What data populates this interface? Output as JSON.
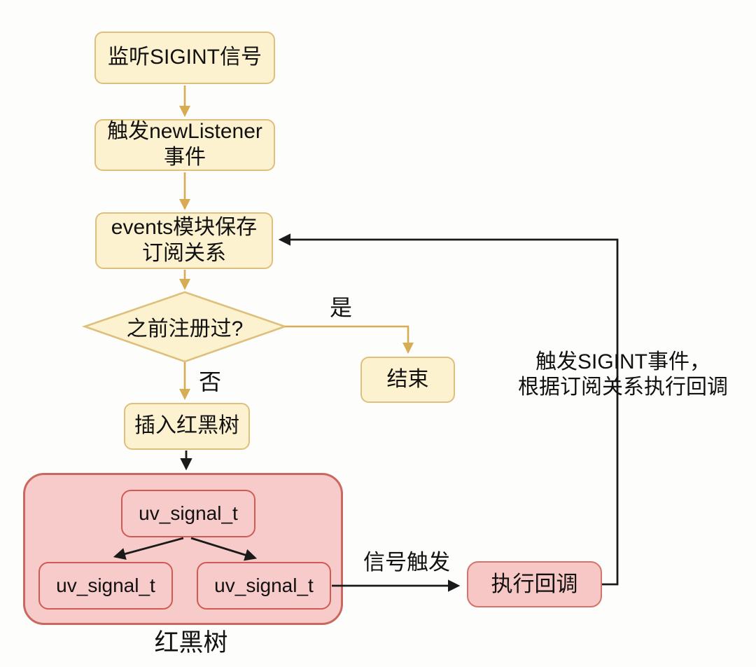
{
  "diagram": {
    "title_semantic": "SIGINT signal listening flowchart",
    "palette": {
      "background": "#FDFDFB",
      "process_fill": "#FCF2CF",
      "process_border": "#DEBF7B",
      "flow_arrow_gold": "#D8AC55",
      "tree_container_fill": "#F7CBCA",
      "tree_container_border": "#C8685F",
      "tree_node_border": "#D15A52",
      "callback_fill": "#F6C7C4",
      "callback_border": "#D4736C",
      "black_arrow": "#1A1A1A",
      "text": "#111111"
    },
    "nodes": {
      "listen": "监听SIGINT信号",
      "new_listener": "触发newListener\n事件",
      "events_save": "events模块保存\n订阅关系",
      "registered_check": "之前注册过?",
      "end": "结束",
      "insert_rbtree": "插入红黑树",
      "uv_root": "uv_signal_t",
      "uv_left": "uv_signal_t",
      "uv_right": "uv_signal_t",
      "exec_callback": "执行回调"
    },
    "labels": {
      "yes": "是",
      "no": "否",
      "rbtree_caption": "红黑树",
      "signal_trigger": "信号触发",
      "feedback_loop": "触发SIGINT事件，\n根据订阅关系执行回调"
    }
  }
}
